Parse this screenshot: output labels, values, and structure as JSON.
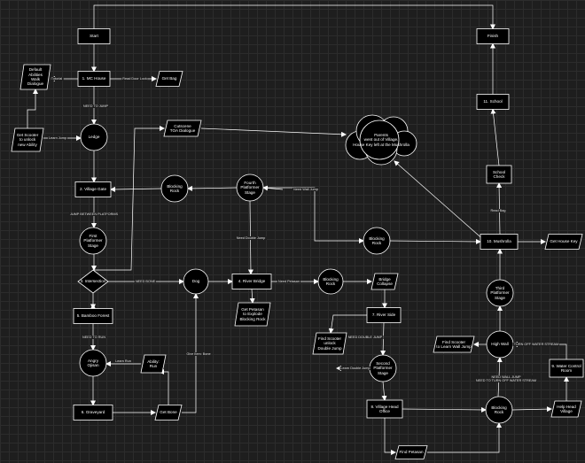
{
  "nodes": {
    "start": "Start",
    "finish": "Finish",
    "default_abilities": "Default\nAbilities\nWalk\nDialogue",
    "mc_house": "1. MC House",
    "get_bag": "Get Bag",
    "get_scooter": "Get Scooter\nto unlock\nnew Ability",
    "ledge": "Ledge",
    "cutscene": "Cutscene\nTOA Dialogue",
    "parents": "Parents\nwent out of Village.\nHouse Key left at the Mushrolla",
    "school": "11. School",
    "school_check": "School\nCheck",
    "village_gate": "2. Village Gate",
    "blocking_rock_1": "Blocking\nRock",
    "fourth_platformer": "Fourth\nPlatformer\nStage",
    "first_platformer": "First\nPlatformer\nStage",
    "blocking_rock_2": "Blocking\nRock",
    "mushrolla": "10. Mushrolla",
    "get_house_key": "Get House Key",
    "intersection": "3. Intersection",
    "dog": "Dog",
    "river_bridge": "4. River Bridge",
    "blocking_rock_3": "Blocking\nRock",
    "bridge_collapse": "Bridge\nCollapse",
    "third_platformer": "Third\nPlatformer\nStage",
    "get_petasan": "Get Petasan\nto Explode\nBlocking Rock",
    "bamboo_forest": "5. Bamboo Forest",
    "river_side": "7. River Side",
    "find_scooter_double": "Find Scooter\nunlock\nDouble Jump",
    "high_wall": "High Wall",
    "find_scooter_wall": "Find Scooter\nto Learn Wall Jump",
    "angry_ojisan": "Angry\nOjisan",
    "ability_run": "Ability:\nRun",
    "second_platformer": "Second\nPlatformer\nStage",
    "water_control": "9. Water Control\nRoom",
    "graveyard": "6. Graveyard",
    "get_bone": "Get Bone",
    "village_head": "8. Village Head\nOffice",
    "blocking_rock_4": "Blocking\nRock",
    "help_head": "Help Head\nVillage",
    "find_petasan": "Find Petasan"
  },
  "edges": {
    "tutorial": "Tutorial",
    "read_door_lock": "Read Door Lock",
    "need_to_jump": "NEED TO JUMP",
    "learn_jump": "Learn Jump",
    "need_wall_jump": "Need Wall Jump",
    "jump_between_platforms": "JUMP BETWEEN PLATFORMS",
    "need_double_jump_1": "Need Double Jump",
    "need_petasan": "Need Petasan",
    "need_bone": "NEED BONE",
    "need_to_run": "NEED TO RUN",
    "learn_run": "Learn Run",
    "give_item_bone": "Give Item: Bone",
    "need_double_jump_2": "NEED DOUBLE JUMP",
    "learn_double_jump": "Learn Double Jump",
    "turn_off_water": "TURN OFF WATER STREAM",
    "need_wall_jump_2": "NEED WALL JUMP\nNEED TO TURN OFF WATER STREAM",
    "read_bag": "Read Bag"
  },
  "colors": {
    "background": "#1e1e1e",
    "grid": "#2c2c2c",
    "shape": "#000000",
    "stroke": "#ffffff"
  }
}
